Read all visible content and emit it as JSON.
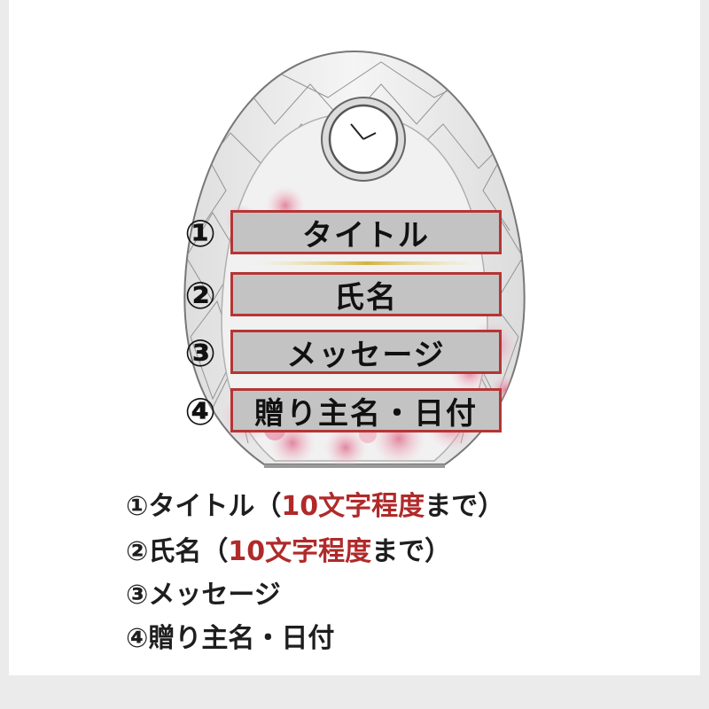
{
  "labels": [
    {
      "num": "①",
      "text": "タイトル"
    },
    {
      "num": "②",
      "text": "氏名"
    },
    {
      "num": "③",
      "text": "メッセージ"
    },
    {
      "num": "④",
      "text": "贈り主名・日付"
    }
  ],
  "legend": [
    {
      "main": "①タイトル（",
      "highlight": "10文字程度",
      "suffix": "まで）"
    },
    {
      "main": "②氏名（",
      "highlight": "10文字程度",
      "suffix": "まで）"
    },
    {
      "main": "③メッセージ",
      "highlight": "",
      "suffix": ""
    },
    {
      "main": "④贈り主名・日付",
      "highlight": "",
      "suffix": ""
    }
  ],
  "colors": {
    "frame_red": "#b53535",
    "field_gray": "#c3c3c3",
    "highlight_red": "#b02a2a",
    "gold_line": "#d4b23c",
    "blossom_pink": "#e8a2b4"
  },
  "icons": [
    "clock-icon",
    "cherry-blossom-decoration"
  ]
}
